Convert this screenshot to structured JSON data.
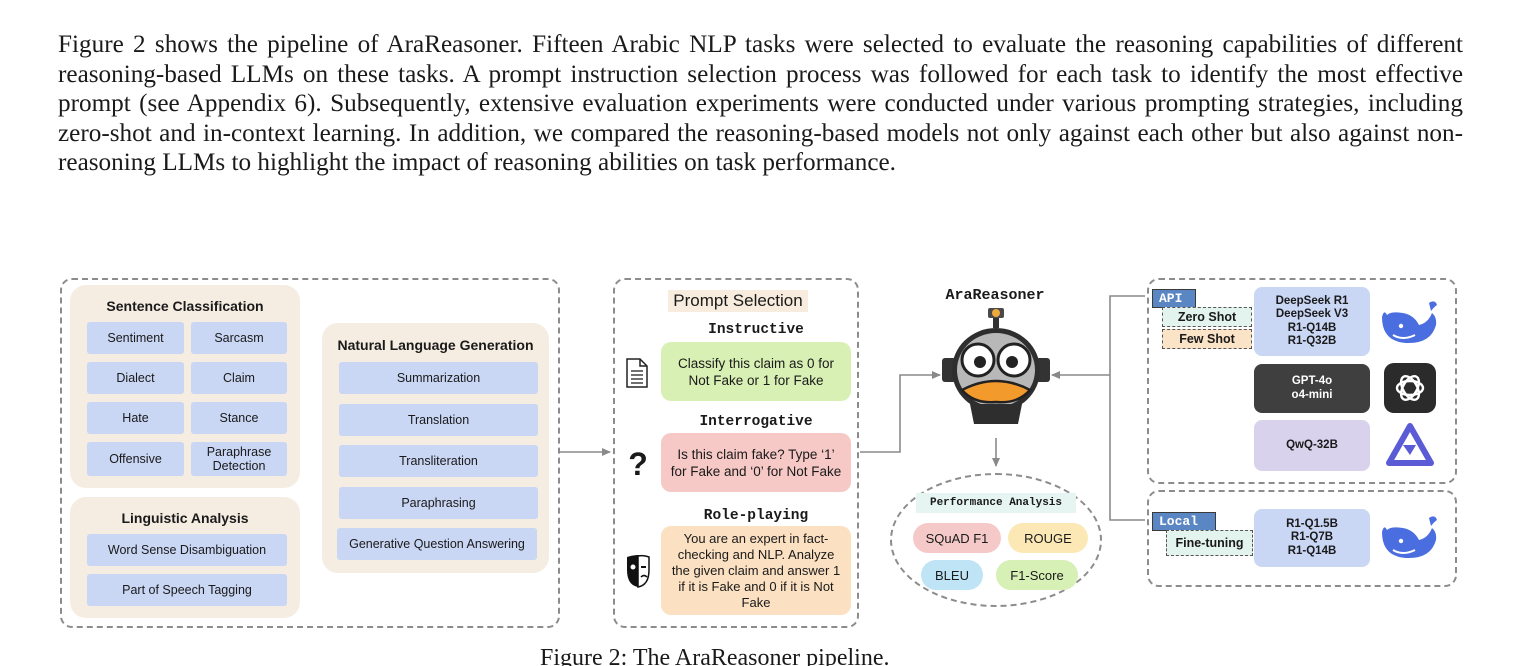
{
  "paragraph": "Figure 2 shows the pipeline of AraReasoner. Fifteen Arabic NLP tasks were selected to evaluate the reasoning capabilities of different reasoning-based LLMs on these tasks. A prompt instruction selection process was followed for each task to identify the most effective prompt (see Appendix 6). Subsequently, extensive evaluation experiments were conducted under various prompting strategies, including zero-shot and in-context learning. In addition, we compared the reasoning-based models not only against each other but also against non-reasoning LLMs to highlight the impact of reasoning abilities on task performance.",
  "tasks": {
    "sentence_classification": {
      "title": "Sentence Classification",
      "items": [
        "Sentiment",
        "Sarcasm",
        "Dialect",
        "Claim",
        "Hate",
        "Stance",
        "Offensive",
        "Paraphrase Detection"
      ]
    },
    "linguistic_analysis": {
      "title": "Linguistic Analysis",
      "items": [
        "Word Sense Disambiguation",
        "Part of Speech Tagging"
      ]
    },
    "nlg": {
      "title": "Natural Language Generation",
      "items": [
        "Summarization",
        "Translation",
        "Transliteration",
        "Paraphrasing",
        "Generative Question Answering"
      ]
    }
  },
  "prompt_selection": {
    "title": "Prompt Selection",
    "instructive": {
      "label": "Instructive",
      "text": "Classify this claim as 0 for Not Fake or 1 for Fake",
      "color": "#d9f0b5"
    },
    "interrogative": {
      "label": "Interrogative",
      "text": "Is this claim fake? Type ‘1’ for Fake and ‘0’ for Not Fake",
      "color": "#f6c9c6",
      "icon_text": "?"
    },
    "role_playing": {
      "label": "Role-playing",
      "text": "You are an expert in fact-checking and NLP. Analyze the given claim and answer 1 if it is Fake and 0 if it is Not Fake",
      "color": "#fbe0c2"
    }
  },
  "center": {
    "title": "AraReasoner",
    "performance": {
      "title": "Performance Analysis",
      "metrics": [
        {
          "label": "SQuAD F1",
          "color": "#f6c9c9"
        },
        {
          "label": "ROUGE",
          "color": "#fbe8b5"
        },
        {
          "label": "BLEU",
          "color": "#bfe4f5"
        },
        {
          "label": "F1-Score",
          "color": "#d6f0b5"
        }
      ]
    }
  },
  "models": {
    "api": {
      "tag": "API",
      "strategies": [
        "Zero Shot",
        "Few Shot"
      ],
      "deepseek": "DeepSeek R1\nDeepSeek V3\nR1-Q14B\nR1-Q32B",
      "gpt": "GPT-4o\no4-mini",
      "qwq": "QwQ-32B"
    },
    "local": {
      "tag": "Local",
      "strategies": [
        "Fine-tuning"
      ],
      "models": "R1-Q1.5B\nR1-Q7B\nR1-Q14B"
    }
  },
  "caption": "Figure 2: The AraReasoner pipeline."
}
